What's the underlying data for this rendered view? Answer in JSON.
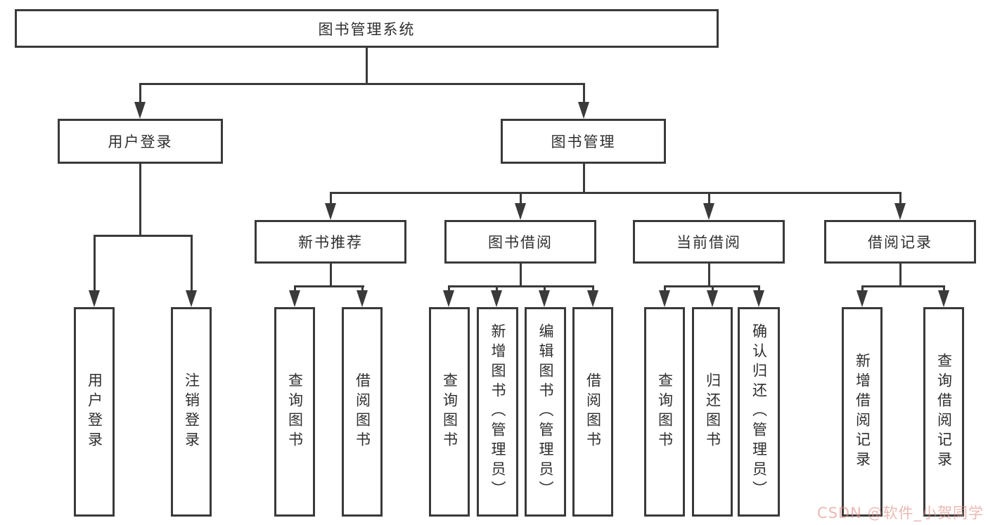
{
  "tree": {
    "root": "图书管理系统",
    "level2": [
      "用户登录",
      "图书管理"
    ],
    "level3": [
      "新书推荐",
      "图书借阅",
      "当前借阅",
      "借阅记录"
    ],
    "leaves": {
      "g1": [
        "用户登录",
        "注销登录"
      ],
      "g2": [
        "查询图书",
        "借阅图书"
      ],
      "g3": [
        "查询图书",
        "新增图书（管理员）",
        "编辑图书（管理员）",
        "借阅图书"
      ],
      "g4": [
        "查询图书",
        "归还图书",
        "确认归还（管理员）"
      ],
      "g5": [
        "新增借阅记录",
        "查询借阅记录"
      ]
    }
  },
  "watermark": "CSDN @软件_小贺同学",
  "colors": {
    "line": "#3a3a3a",
    "text": "#2f2f2f",
    "box_background": "#ffffff",
    "watermark": "#de8c82",
    "background": "#ffffff"
  }
}
